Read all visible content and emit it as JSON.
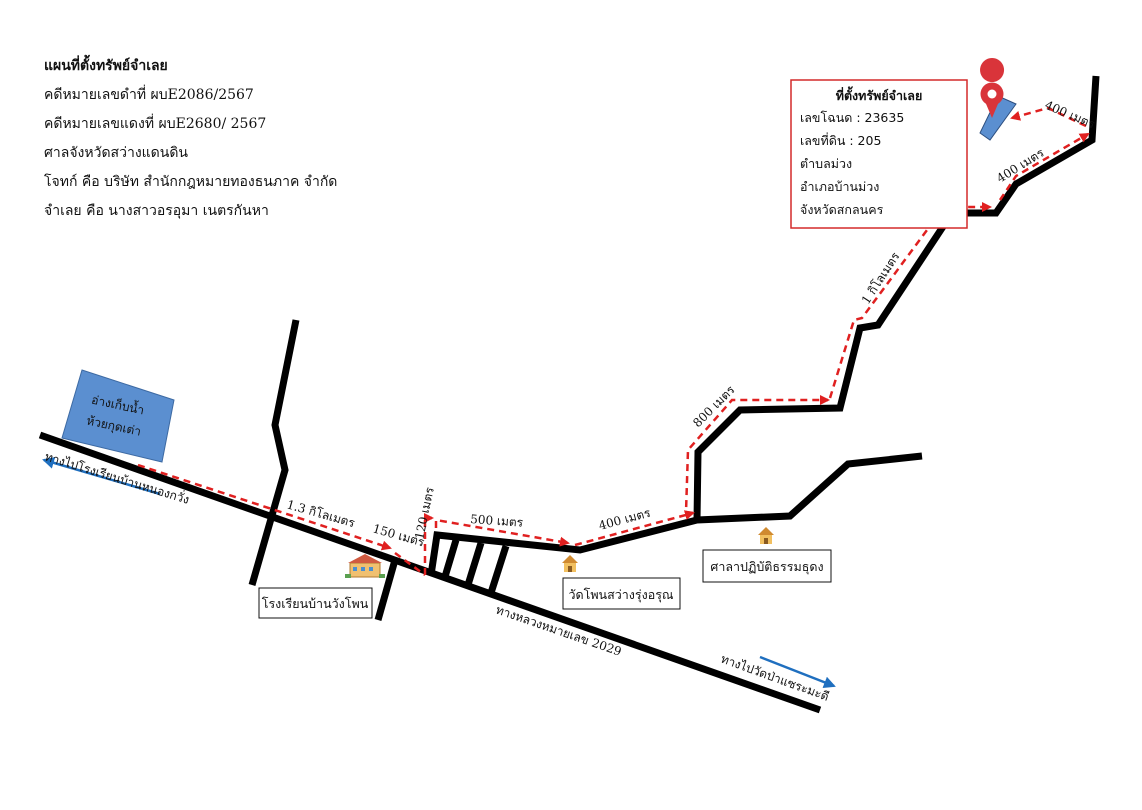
{
  "header": {
    "title": "แผนที่ตั้งทรัพย์จำเลย",
    "case_black": "คดีหมายเลขดำที่ ผบE2086/2567",
    "case_red": "คดีหมายเลขแดงที่ ผบE2680/ 2567",
    "court": "ศาลจังหวัดสว่างแดนดิน",
    "plaintiff": "โจทก์ คือ บริษัท สำนักกฎหมายทองธนภาค จำกัด",
    "defendant": "จำเลย คือ นางสาวอรอุมา เนตรกันหา"
  },
  "property_box": {
    "title": "ที่ตั้งทรัพย์จำเลย",
    "deed": "เลขโฉนด : 23635",
    "land_no": "เลขที่ดิน  :  205",
    "subdistrict": "ตำบลม่วง",
    "district": "อำเภอบ้านม่วง",
    "province": "จังหวัดสกลนคร"
  },
  "places": {
    "reservoir": [
      "อ่างเก็บน้ำ",
      "ห้วยกุดเต่า"
    ],
    "school": "โรงเรียนบ้านวังโพน",
    "temple": "วัดโพนสว่างรุ่งอรุณ",
    "hall": "ศาลาปฏิบัติธรรมธุดง"
  },
  "directions": {
    "west": "ทางไปโรงเรียนบ้านหนองกวั่ง",
    "east": "ทางไปวัดป่าแซระมะดี",
    "highway": "ทางหลวงหมายเลข 2029"
  },
  "distances": {
    "d1": "1.3 กิโลเมตร",
    "d2": "150 เมตร",
    "d3": "120 เมตร",
    "d4": "500 เมตร",
    "d5": "400 เมตร",
    "d6": "800 เมตร",
    "d7": "1 กิโลเมตร",
    "d8": "400 เมตร",
    "d9": "400 เมตร"
  },
  "colors": {
    "road": "#000000",
    "route": "#e02020",
    "arrow": "#1f6fbf",
    "reservoir": "#5b8fd0",
    "pin": "#d9343a",
    "box_border": "#d42a2a"
  },
  "icons": [
    "school-building-icon",
    "temple-icon",
    "hall-icon",
    "location-pin-icon"
  ]
}
